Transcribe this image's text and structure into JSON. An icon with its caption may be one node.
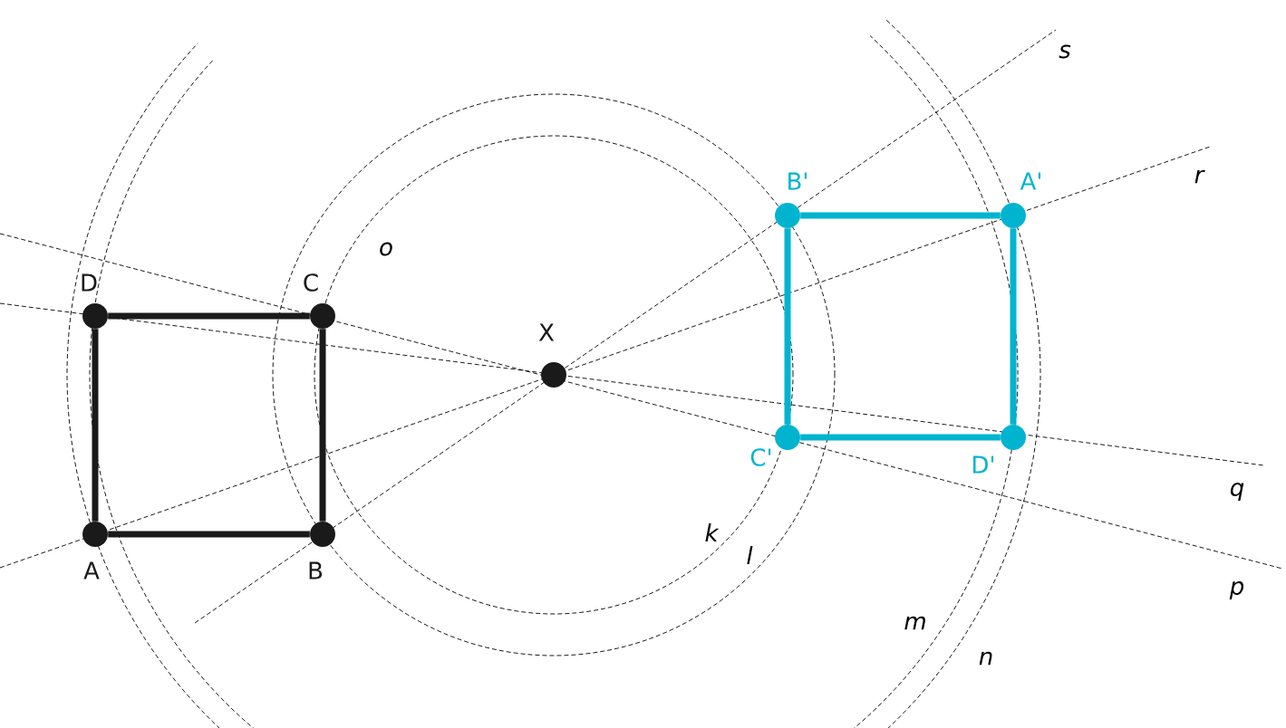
{
  "diagram": {
    "nodes": [
      {
        "text": [
          "A"
        ]
      },
      {
        "text": [
          "B"
        ]
      },
      {
        "text": [
          "C"
        ]
      },
      {
        "text": [
          "D"
        ]
      },
      {
        "text": [
          "X"
        ]
      },
      {
        "text": [
          "A'"
        ]
      },
      {
        "text": [
          "B'"
        ]
      },
      {
        "text": [
          "C'"
        ]
      },
      {
        "text": [
          "D'"
        ]
      }
    ],
    "edges": [
      {
        "from": 0,
        "to": 1,
        "arrow": "none"
      },
      {
        "from": 1,
        "to": 2,
        "arrow": "none"
      },
      {
        "from": 2,
        "to": 3,
        "arrow": "none"
      },
      {
        "from": 3,
        "to": 0,
        "arrow": "none"
      },
      {
        "from": 5,
        "to": 6,
        "arrow": "none",
        "color": "#00b4d0"
      },
      {
        "from": 6,
        "to": 7,
        "arrow": "none",
        "color": "#00b4d0"
      },
      {
        "from": 7,
        "to": 8,
        "arrow": "none",
        "color": "#00b4d0"
      },
      {
        "from": 8,
        "to": 5,
        "arrow": "none",
        "color": "#00b4d0"
      }
    ],
    "labels": [
      "s",
      "r",
      "o",
      "q",
      "k",
      "l",
      "p",
      "m",
      "n"
    ]
  }
}
